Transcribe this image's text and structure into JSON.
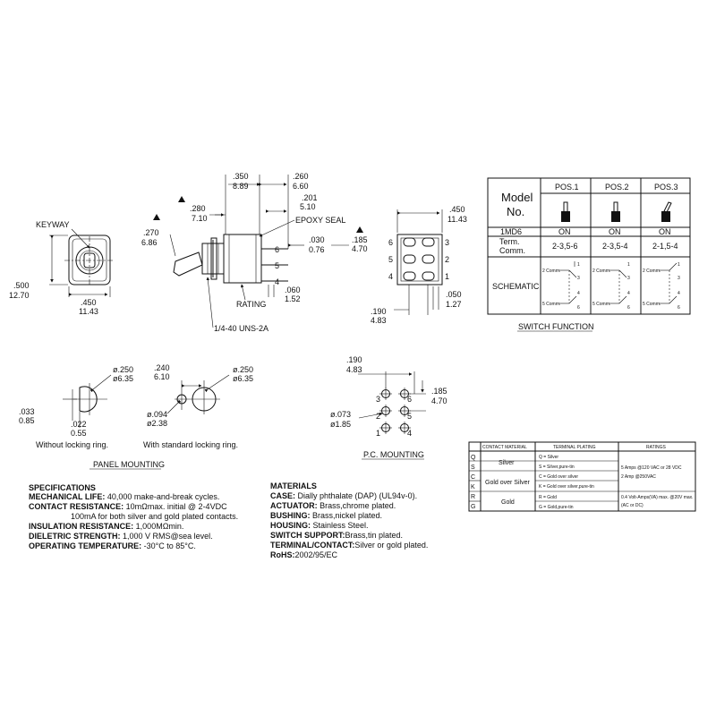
{
  "front_view": {
    "keyway_label": "KEYWAY",
    "height_in": ".500",
    "height_mm": "12.70",
    "width_in": ".450",
    "width_mm": "11.43"
  },
  "side_view": {
    "dim_350_in": ".350",
    "dim_350_mm": "8.89",
    "dim_260_in": ".260",
    "dim_260_mm": "6.60",
    "dim_201_in": ".201",
    "dim_201_mm": "5.10",
    "dim_280_in": ".280",
    "dim_280_mm": "7.10",
    "dim_270_in": ".270",
    "dim_270_mm": "6.86",
    "epoxy_label": "EPOXY SEAL",
    "dim_030_in": ".030",
    "dim_030_mm": "0.76",
    "dim_185_in": ".185",
    "dim_185_mm": "4.70",
    "rating_label": "RATING",
    "dim_060_in": ".060",
    "dim_060_mm": "1.52",
    "thread_label": "1/4-40 UNS-2A",
    "pin_6": "6",
    "pin_5": "5",
    "pin_4": "4"
  },
  "bottom_view": {
    "dim_450_in": ".450",
    "dim_450_mm": "11.43",
    "dim_190_in": ".190",
    "dim_190_mm": "4.83",
    "dim_050_in": ".050",
    "dim_050_mm": "1.27",
    "pins": [
      "6",
      "5",
      "4",
      "3",
      "2",
      "1"
    ]
  },
  "switch_function": {
    "header_model": "Model No.",
    "positions": [
      "POS.1",
      "POS.2",
      "POS.3"
    ],
    "model": "1MD6",
    "states": [
      "ON",
      "ON",
      "ON"
    ],
    "term_label": "Term. Comm.",
    "terms": [
      "2-3,5-6",
      "2-3,5-4",
      "2-1,5-4"
    ],
    "schematic_label": "SCHEMATIC",
    "schematic_text": {
      "comm2": "2 Comm.",
      "comm5": "5 Comm.",
      "n1": "1",
      "n3": "3",
      "n4": "4",
      "n6": "6"
    },
    "caption": "SWITCH FUNCTION"
  },
  "panel_mounting": {
    "d1_in": "ø.250",
    "d1_mm": "ø6.35",
    "d033_in": ".033",
    "d033_mm": "0.85",
    "d022_in": ".022",
    "d022_mm": "0.55",
    "caption_a": "Without locking ring.",
    "d240_in": ".240",
    "d240_mm": "6.10",
    "d2_in": "ø.250",
    "d2_mm": "ø6.35",
    "d094_in": "ø.094",
    "d094_mm": "ø2.38",
    "caption_b": "With standard locking ring.",
    "title": "PANEL MOUNTING"
  },
  "pc_mounting": {
    "d190_in": ".190",
    "d190_mm": "4.83",
    "d185_in": ".185",
    "d185_mm": "4.70",
    "d073_in": "ø.073",
    "d073_mm": "ø1.85",
    "pins": [
      "3",
      "6",
      "2",
      "5",
      "1",
      "4"
    ],
    "title": "P.C. MOUNTING"
  },
  "ratings_table": {
    "headers": [
      "CONTACT MATERIAL",
      "TERMINAL PLATING",
      "RATINGS"
    ],
    "codes": [
      "Q",
      "S",
      "C",
      "K",
      "R",
      "G"
    ],
    "materials": [
      "Silver",
      "Gold over Silver",
      "Gold"
    ],
    "platings": [
      "Q = Silver",
      "S = Silver,pure-tin",
      "C = Gold over silver",
      "K = Gold over silver,pure-tin",
      "R = Gold",
      "G = Gold,pure-tin"
    ],
    "rating_1a": "5 Amps @120 VAC or 28 VDC",
    "rating_1b": "2 Amp  @250VAC",
    "rating_2a": "0.4 Volt-Amps(VA) max. @20V max.",
    "rating_2b": "(AC or DC)"
  },
  "specifications": {
    "title": "SPECIFICATIONS",
    "l1_k": "MECHANICAL LIFE:",
    "l1_v": " 40,000 make-and-break cycles.",
    "l2_k": "CONTACT RESISTANCE:",
    "l2_v": " 10mΩmax. initial @ 2-4VDC",
    "l3": "100mA for both silver and gold plated contacts.",
    "l4_k": "INSULATION RESISTANCE:",
    "l4_v": " 1,000MΩmin.",
    "l5_k": "DIELETRIC STRENGTH:",
    "l5_v": " 1,000 V RMS@sea level.",
    "l6_k": "OPERATING TEMPERATURE:",
    "l6_v": " -30°C to 85°C."
  },
  "materials": {
    "title": "MATERIALS",
    "l1_k": "CASE:",
    "l1_v": " Dially phthalate (DAP) (UL94v-0).",
    "l2_k": "ACTUATOR:",
    "l2_v": " Brass,chrome plated.",
    "l3_k": "BUSHING:",
    "l3_v": " Brass,nickel plated.",
    "l4_k": "HOUSING:",
    "l4_v": " Stainless Steel.",
    "l5_k": "SWITCH SUPPORT:",
    "l5_v": "Brass,tin plated.",
    "l6_k": "TERMINAL/CONTACT:",
    "l6_v": "Silver or gold plated.",
    "l7_k": "RoHS:",
    "l7_v": "2002/95/EC"
  }
}
